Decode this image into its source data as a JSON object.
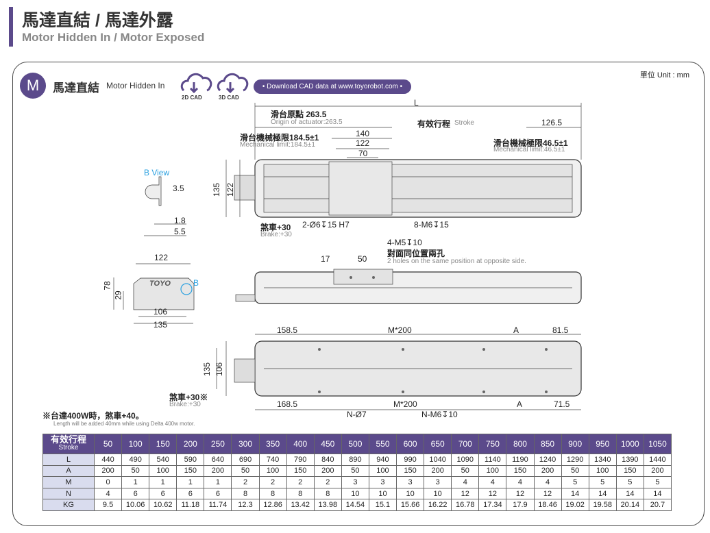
{
  "header": {
    "title": "馬達直結 / 馬達外露",
    "subtitle": "Motor Hidden In / Motor Exposed"
  },
  "unit": "單位 Unit : mm",
  "section": {
    "badge": "M",
    "title_cn": "馬達直結",
    "title_en": "Motor Hidden In",
    "cad2d": "2D CAD",
    "cad3d": "3D CAD",
    "download": "• Download CAD data at www.toyorobot.com •"
  },
  "drawing": {
    "L": "L",
    "origin_cn": "滑台原點 263.5",
    "origin_en": "Origin of actuator:263.5",
    "stroke_cn": "有效行程",
    "stroke_en": "Stroke",
    "d126": "126.5",
    "mech_left_cn": "滑台機械極限184.5±1",
    "mech_left_en": "Mechanical limit:184.5±1",
    "mech_right_cn": "滑台機械極限46.5±1",
    "mech_right_en": "Mechanical limit:46.5±1",
    "d140": "140",
    "d122": "122",
    "d70": "70",
    "d135": "135",
    "d122v": "122",
    "brake_cn": "煞車+30",
    "brake_en": "Brake:+30",
    "pin": "2-Ø6↧15 H7",
    "m6": "8-M6↧15",
    "m5": "4-M5↧10",
    "m5_cn": "對面同位置兩孔",
    "m5_en": "2 holes on the same position at opposite side.",
    "d17": "17",
    "d50": "50",
    "bview": "B View",
    "d3_5": "3.5",
    "d1_8": "1.8",
    "d5_5": "5.5",
    "e122": "122",
    "e78": "78",
    "e29": "29",
    "e106": "106",
    "e135": "135",
    "b": "B",
    "logo": "TOYO",
    "bot158": "158.5",
    "botM": "M*200",
    "botA": "A",
    "bot81": "81.5",
    "bot135": "135",
    "bot106": "106",
    "bot_brake_cn": "煞車+30※",
    "bot_brake_en": "Brake:+30",
    "bot168": "168.5",
    "botM2": "M*200",
    "botA2": "A",
    "bot71": "71.5",
    "n7": "N-Ø7",
    "nm6": "N-M6↧10"
  },
  "note": {
    "cn": "※台達400W時，煞車+40。",
    "en": "Length will be added 40mm while using Delta 400w motor."
  },
  "table": {
    "header_cn": "有效行程",
    "header_en": "Stroke",
    "strokes": [
      "50",
      "100",
      "150",
      "200",
      "250",
      "300",
      "350",
      "400",
      "450",
      "500",
      "550",
      "600",
      "650",
      "700",
      "750",
      "800",
      "850",
      "900",
      "950",
      "1000",
      "1050"
    ],
    "rows": [
      {
        "label": "L",
        "values": [
          "440",
          "490",
          "540",
          "590",
          "640",
          "690",
          "740",
          "790",
          "840",
          "890",
          "940",
          "990",
          "1040",
          "1090",
          "1140",
          "1190",
          "1240",
          "1290",
          "1340",
          "1390",
          "1440"
        ]
      },
      {
        "label": "A",
        "values": [
          "200",
          "50",
          "100",
          "150",
          "200",
          "50",
          "100",
          "150",
          "200",
          "50",
          "100",
          "150",
          "200",
          "50",
          "100",
          "150",
          "200",
          "50",
          "100",
          "150",
          "200"
        ]
      },
      {
        "label": "M",
        "values": [
          "0",
          "1",
          "1",
          "1",
          "1",
          "2",
          "2",
          "2",
          "2",
          "3",
          "3",
          "3",
          "3",
          "4",
          "4",
          "4",
          "4",
          "5",
          "5",
          "5",
          "5"
        ]
      },
      {
        "label": "N",
        "values": [
          "4",
          "6",
          "6",
          "6",
          "6",
          "8",
          "8",
          "8",
          "8",
          "10",
          "10",
          "10",
          "10",
          "12",
          "12",
          "12",
          "12",
          "14",
          "14",
          "14",
          "14"
        ]
      },
      {
        "label": "KG",
        "values": [
          "9.5",
          "10.06",
          "10.62",
          "11.18",
          "11.74",
          "12.3",
          "12.86",
          "13.42",
          "13.98",
          "14.54",
          "15.1",
          "15.66",
          "16.22",
          "16.78",
          "17.34",
          "17.9",
          "18.46",
          "19.02",
          "19.58",
          "20.14",
          "20.7"
        ]
      }
    ]
  }
}
